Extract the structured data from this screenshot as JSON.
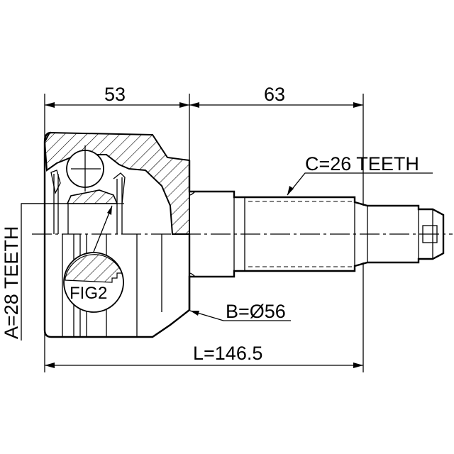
{
  "drawing": {
    "dimensions": {
      "housing_length": "53",
      "shaft_length": "63",
      "total_length": "L=146.5",
      "outer_spline": "C=26 TEETH",
      "seal_diameter": "B=Ø56",
      "inner_spline": "A=28 TEETH"
    },
    "detail_label": "FIG2"
  }
}
